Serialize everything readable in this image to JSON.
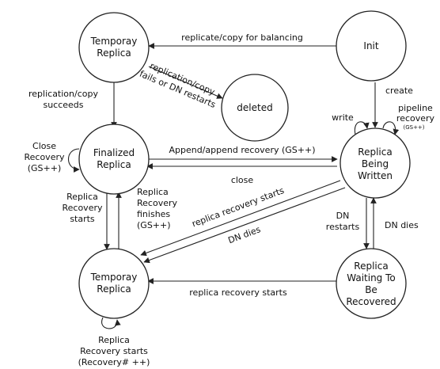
{
  "nodes": {
    "temporary_top": [
      "Temporay",
      "Replica"
    ],
    "init": [
      "Init"
    ],
    "deleted": [
      "deleted"
    ],
    "finalized": [
      "Finalized",
      "Replica"
    ],
    "being_written": [
      "Replica",
      "Being",
      "Written"
    ],
    "temporary_bottom": [
      "Temporay",
      "Replica"
    ],
    "waiting": [
      "Replica",
      "Waiting To",
      "Be",
      "Recovered"
    ]
  },
  "edges": {
    "replicate_balancing": "replicate/copy for balancing",
    "replication_fails": [
      "replication/copy",
      "fails or DN restarts"
    ],
    "replication_succeeds": [
      "replication/copy",
      "succeeds"
    ],
    "create": "create",
    "write": "write",
    "pipeline_recovery": [
      "pipeline",
      "recovery"
    ],
    "pipeline_recovery_gs": "(GS++)",
    "close_recovery": [
      "Close",
      "Recovery",
      "(GS++)"
    ],
    "append": "Append/append recovery (GS++)",
    "close": "close",
    "replica_recovery_starts_left": [
      "Replica",
      "Recovery",
      "starts"
    ],
    "replica_recovery_finishes": [
      "Replica",
      "Recovery",
      "finishes",
      "(GS++)"
    ],
    "replica_recovery_starts_diag": "replica recovery starts",
    "dn_dies_diag": "DN dies",
    "dn_restarts": [
      "DN",
      "restarts"
    ],
    "dn_dies_right": "DN dies",
    "replica_recovery_starts_bottom": "replica recovery starts",
    "recovery_starts_self": [
      "Replica",
      "Recovery starts",
      "(Recovery# ++)"
    ]
  }
}
